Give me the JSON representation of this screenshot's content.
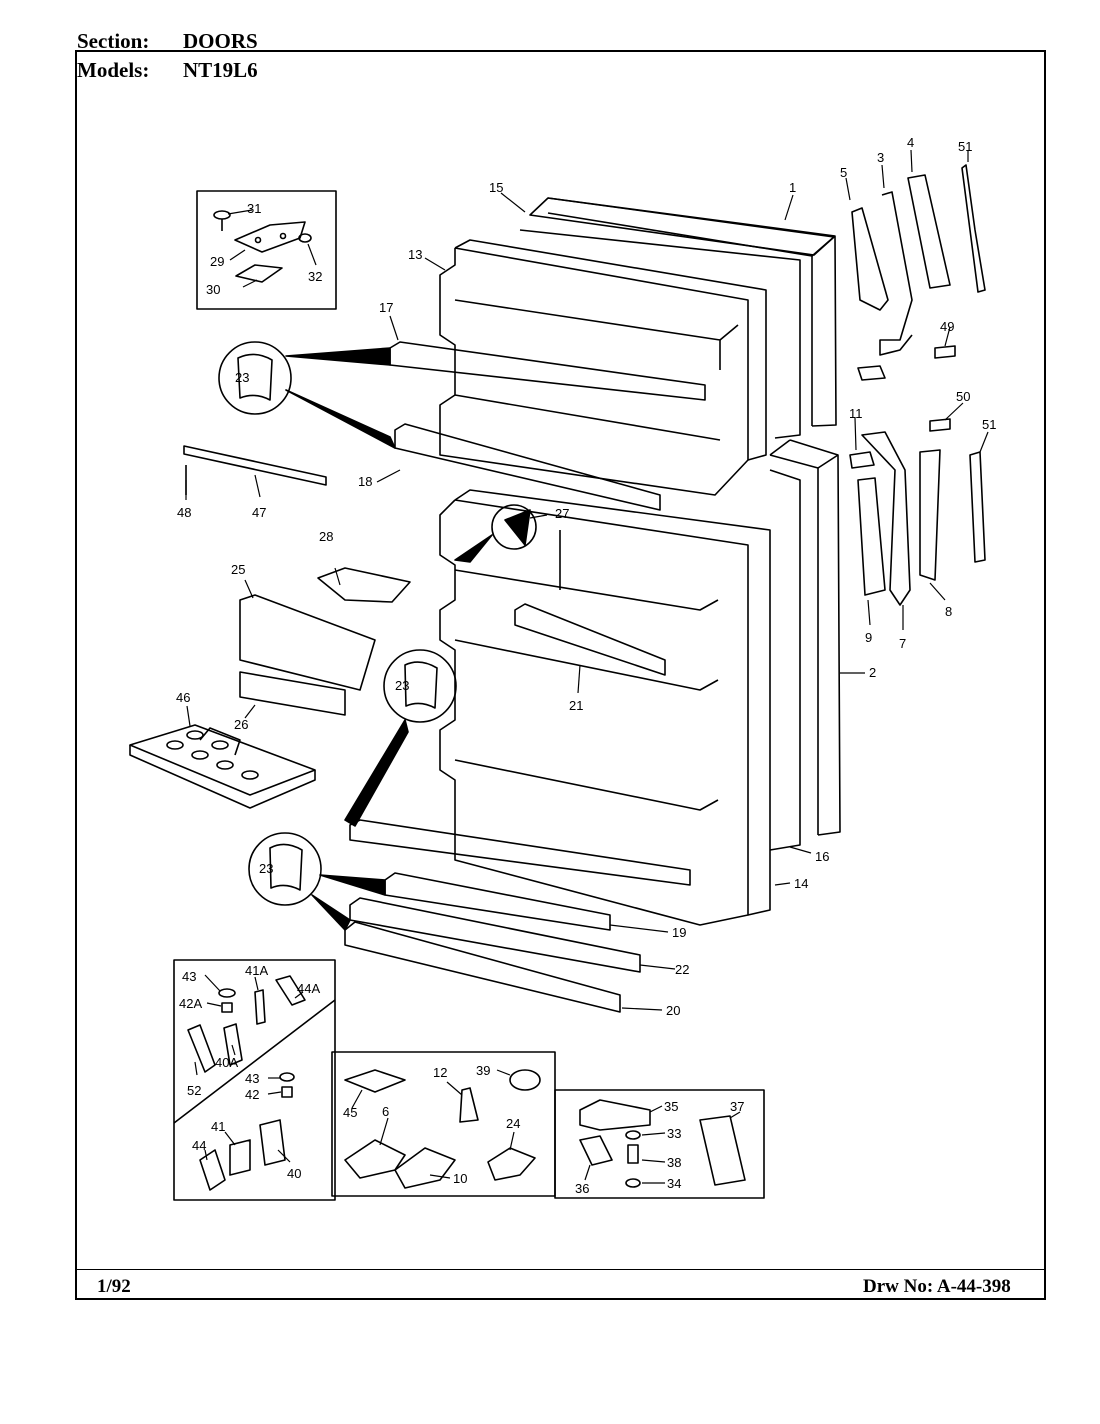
{
  "header": {
    "section_label": "Section:",
    "section_value": "DOORS",
    "models_label": "Models:",
    "models_value": "NT19L6"
  },
  "footer": {
    "date": "1/92",
    "drawing_number": "Drw No: A-44-398"
  },
  "callouts": [
    "1",
    "2",
    "3",
    "4",
    "5",
    "6",
    "7",
    "8",
    "9",
    "10",
    "11",
    "12",
    "13",
    "14",
    "15",
    "16",
    "17",
    "18",
    "19",
    "20",
    "21",
    "22",
    "23",
    "24",
    "25",
    "26",
    "27",
    "28",
    "29",
    "30",
    "31",
    "32",
    "33",
    "34",
    "35",
    "36",
    "37",
    "38",
    "39",
    "40",
    "40A",
    "41",
    "41A",
    "42",
    "42A",
    "43",
    "44",
    "44A",
    "45",
    "46",
    "47",
    "48",
    "49",
    "50",
    "51",
    "52"
  ]
}
